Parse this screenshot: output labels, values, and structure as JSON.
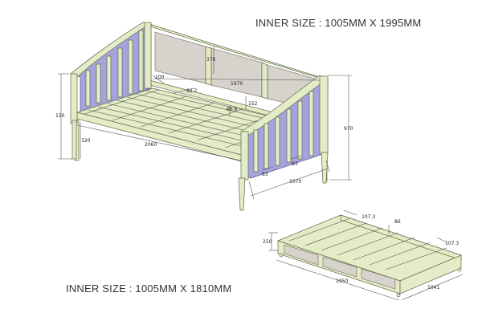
{
  "titles": {
    "daybed_inner_size": "INNER SIZE : 1005MM X 1995MM",
    "trundle_inner_size": "INNER SIZE : 1005MM X 1810MM"
  },
  "daybed_dimensions": {
    "backrest_height": "376",
    "inner_length": "1970",
    "slat_width": "100",
    "slat_gap": "92.2",
    "rail_height": "152",
    "rail_thickness": "66.6",
    "leg_height_left": "150",
    "leg_height": "320",
    "overall_length": "2060",
    "overall_height": "970",
    "spindle_left": "83",
    "spindle_right": "83",
    "overall_width": "1070"
  },
  "trundle_dimensions": {
    "slat_gap_top": "107.3",
    "slat_width": "86",
    "slat_gap_right": "107.3",
    "height": "250",
    "length": "1950",
    "width": "1041"
  },
  "colors": {
    "wood": "#e4ebc7",
    "frame_highlight": "#a6a2db",
    "rattan": "#d7d2cb",
    "line": "#5f6b49"
  }
}
